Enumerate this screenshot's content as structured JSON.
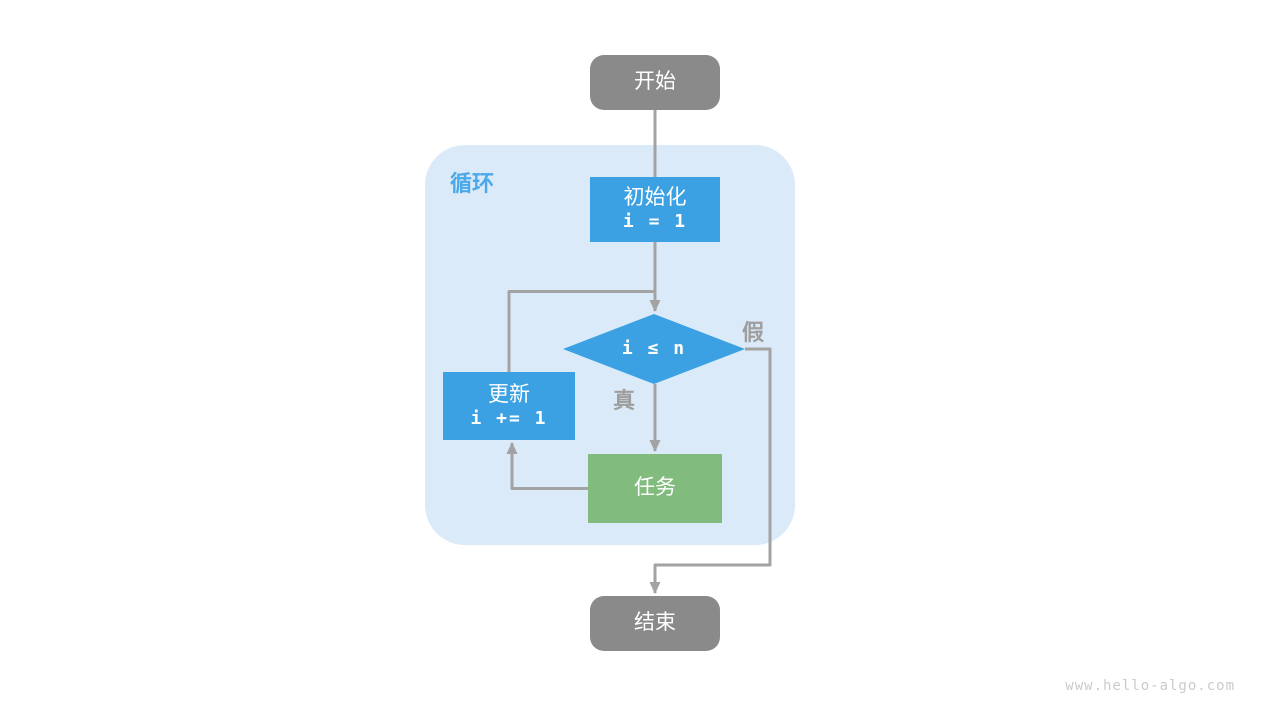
{
  "colors": {
    "node_gray": "#8a8a8a",
    "box_blue": "#3ba1e3",
    "task_green": "#82bb7e",
    "container_blue": "#dbeaf8",
    "loop_label_blue": "#4ba9ea",
    "line_gray": "#a3a3a3",
    "branch_label_gray": "#9e9e9e",
    "text_white": "#ffffff",
    "watermark_gray": "#cbcbcb"
  },
  "flowchart": {
    "start": {
      "label": "开始"
    },
    "loop_container": {
      "label": "循环"
    },
    "init": {
      "title": "初始化",
      "code": "i = 1"
    },
    "condition": {
      "code": "i ≤ n"
    },
    "branch_true": {
      "label": "真"
    },
    "branch_false": {
      "label": "假"
    },
    "task": {
      "label": "任务"
    },
    "update": {
      "title": "更新",
      "code": "i += 1"
    },
    "end": {
      "label": "结束"
    }
  },
  "watermark": "www.hello-algo.com"
}
